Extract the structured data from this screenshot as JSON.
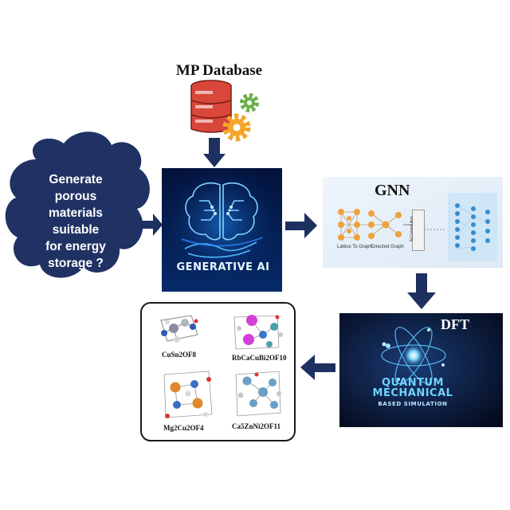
{
  "cloud": {
    "lines": [
      "Generate",
      "porous",
      "materials",
      "suitable",
      "for energy",
      "storage ?"
    ],
    "color": "#1f3263"
  },
  "database": {
    "title": "MP Database",
    "icon": "database-gears-icon"
  },
  "generative_ai": {
    "label": "GENERATIVE AI",
    "icon": "brain-hand-icon"
  },
  "gnn": {
    "title": "GNN",
    "lattice_label": "Lattice To Graph",
    "directed_label": "Directed Graph",
    "conv_label": "N-Convolution"
  },
  "dft": {
    "title": "DFT",
    "heading": "QUANTUM MECHANICAL",
    "subheading": "BASED SIMULATION"
  },
  "materials": [
    {
      "formula": "CuSn2OF8"
    },
    {
      "formula": "RbCaCuBi2OF10"
    },
    {
      "formula": "Mg2Cu2OF4"
    },
    {
      "formula": "Ca5ZnNi2OF11"
    }
  ],
  "colors": {
    "arrow": "#1d3060",
    "cloud": "#1f3263",
    "db_red": "#d9473a",
    "gear_green": "#6ab04c",
    "gear_orange": "#f4a62a"
  }
}
